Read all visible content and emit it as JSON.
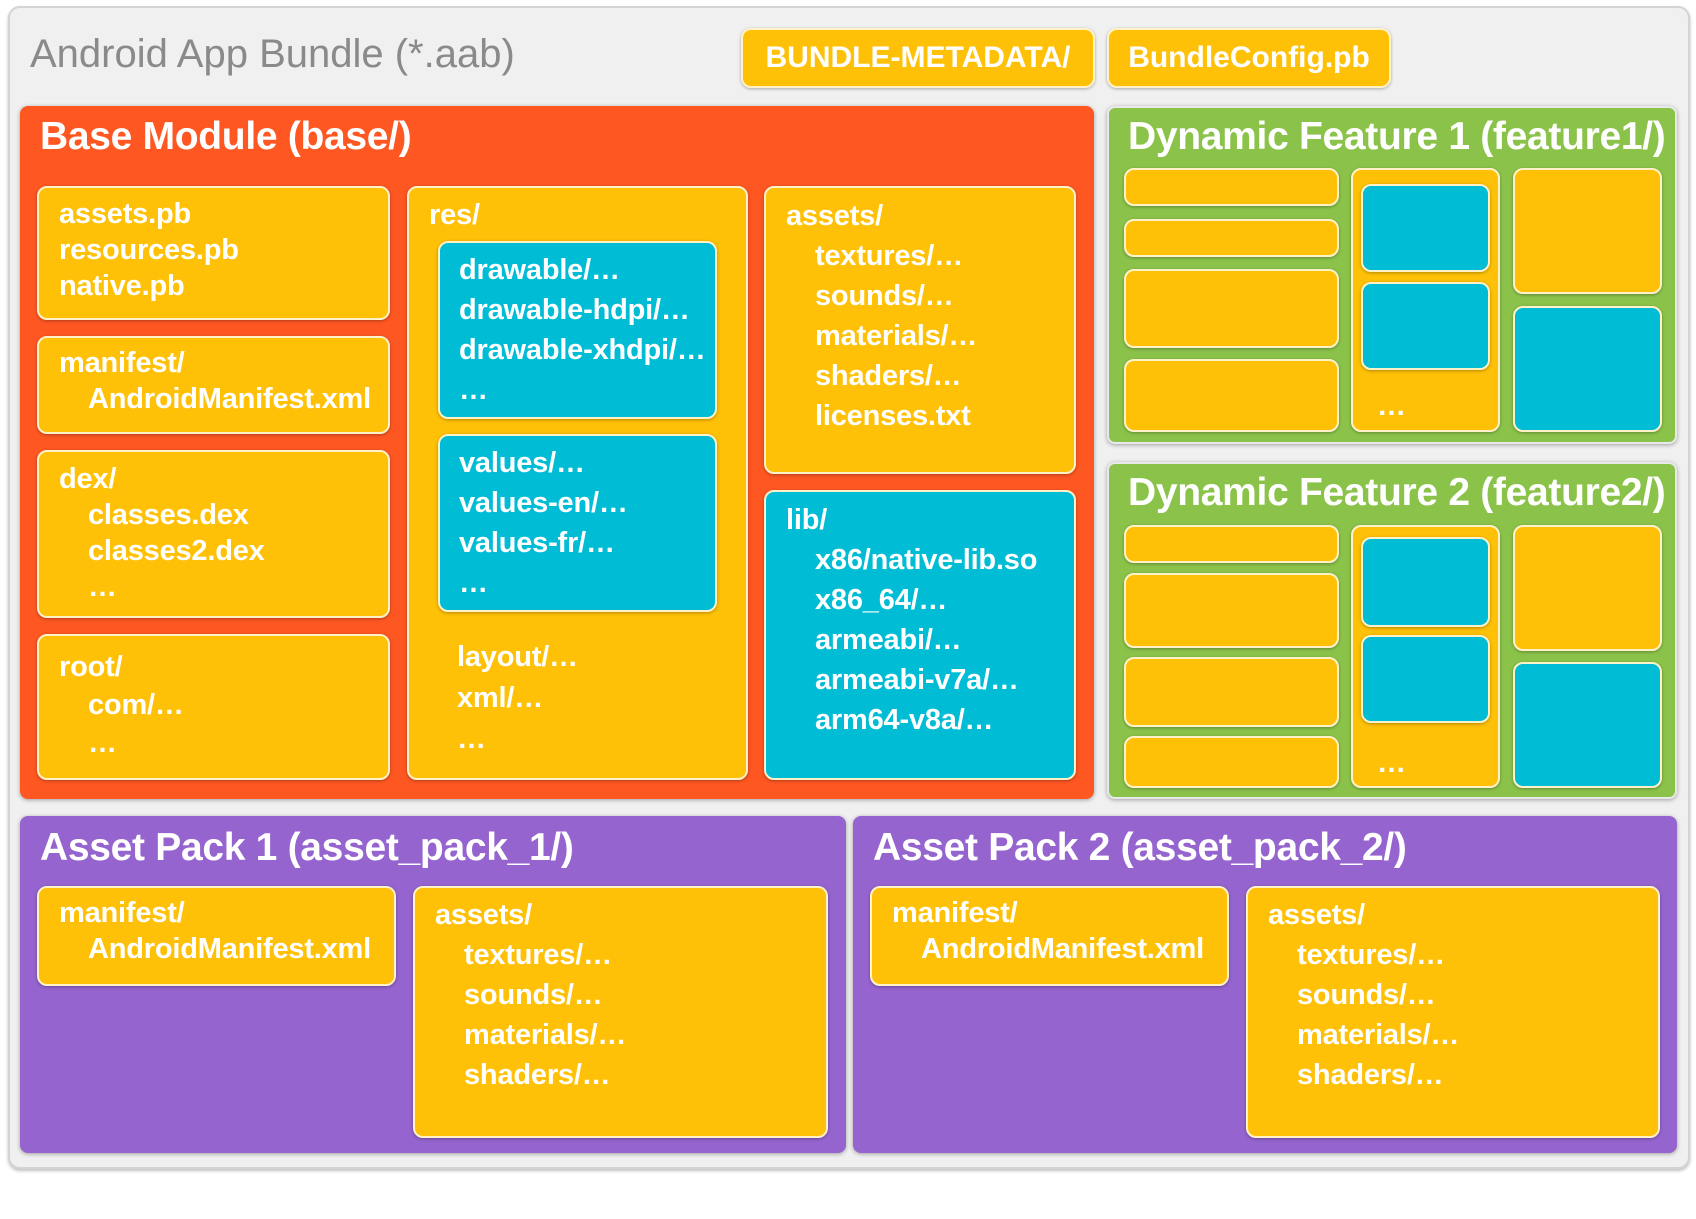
{
  "bundle": {
    "title": "Android App Bundle (*.aab)",
    "metadata_label": "BUNDLE-METADATA/",
    "config_label": "BundleConfig.pb"
  },
  "base": {
    "title": "Base Module (base/)",
    "pb_files": [
      "assets.pb",
      "resources.pb",
      "native.pb"
    ],
    "manifest": {
      "dir": "manifest/",
      "file": "AndroidManifest.xml"
    },
    "dex": {
      "dir": "dex/",
      "files": [
        "classes.dex",
        "classes2.dex",
        "…"
      ]
    },
    "root": {
      "dir": "root/",
      "files": [
        "com/…",
        "…"
      ]
    },
    "res": {
      "dir": "res/",
      "drawable": [
        "drawable/…",
        "drawable-hdpi/…",
        "drawable-xhdpi/…",
        "…"
      ],
      "values": [
        "values/…",
        "values-en/…",
        "values-fr/…",
        "…"
      ],
      "other": [
        "layout/…",
        "xml/…",
        "…"
      ]
    },
    "assets": {
      "dir": "assets/",
      "files": [
        "textures/…",
        "sounds/…",
        "materials/…",
        "shaders/…",
        "licenses.txt"
      ]
    },
    "lib": {
      "dir": "lib/",
      "files": [
        "x86/native-lib.so",
        "x86_64/…",
        "armeabi/…",
        "armeabi-v7a/…",
        "arm64-v8a/…"
      ]
    }
  },
  "feature1": {
    "title": "Dynamic Feature 1 (feature1/)",
    "ellipsis": "…"
  },
  "feature2": {
    "title": "Dynamic Feature 2 (feature2/)",
    "ellipsis": "…"
  },
  "asset_pack_1": {
    "title": "Asset Pack 1 (asset_pack_1/)",
    "manifest": {
      "dir": "manifest/",
      "file": "AndroidManifest.xml"
    },
    "assets": {
      "dir": "assets/",
      "files": [
        "textures/…",
        "sounds/…",
        "materials/…",
        "shaders/…"
      ]
    }
  },
  "asset_pack_2": {
    "title": "Asset Pack 2 (asset_pack_2/)",
    "manifest": {
      "dir": "manifest/",
      "file": "AndroidManifest.xml"
    },
    "assets": {
      "dir": "assets/",
      "files": [
        "textures/…",
        "sounds/…",
        "materials/…",
        "shaders/…"
      ]
    }
  },
  "colors": {
    "base_module": "#fe5722",
    "dynamic_feature": "#8bc34a",
    "asset_pack": "#9564cf",
    "directory": "#ffc107",
    "resource_group": "#00bcd4",
    "bundle_background": "#f0f0f0"
  }
}
